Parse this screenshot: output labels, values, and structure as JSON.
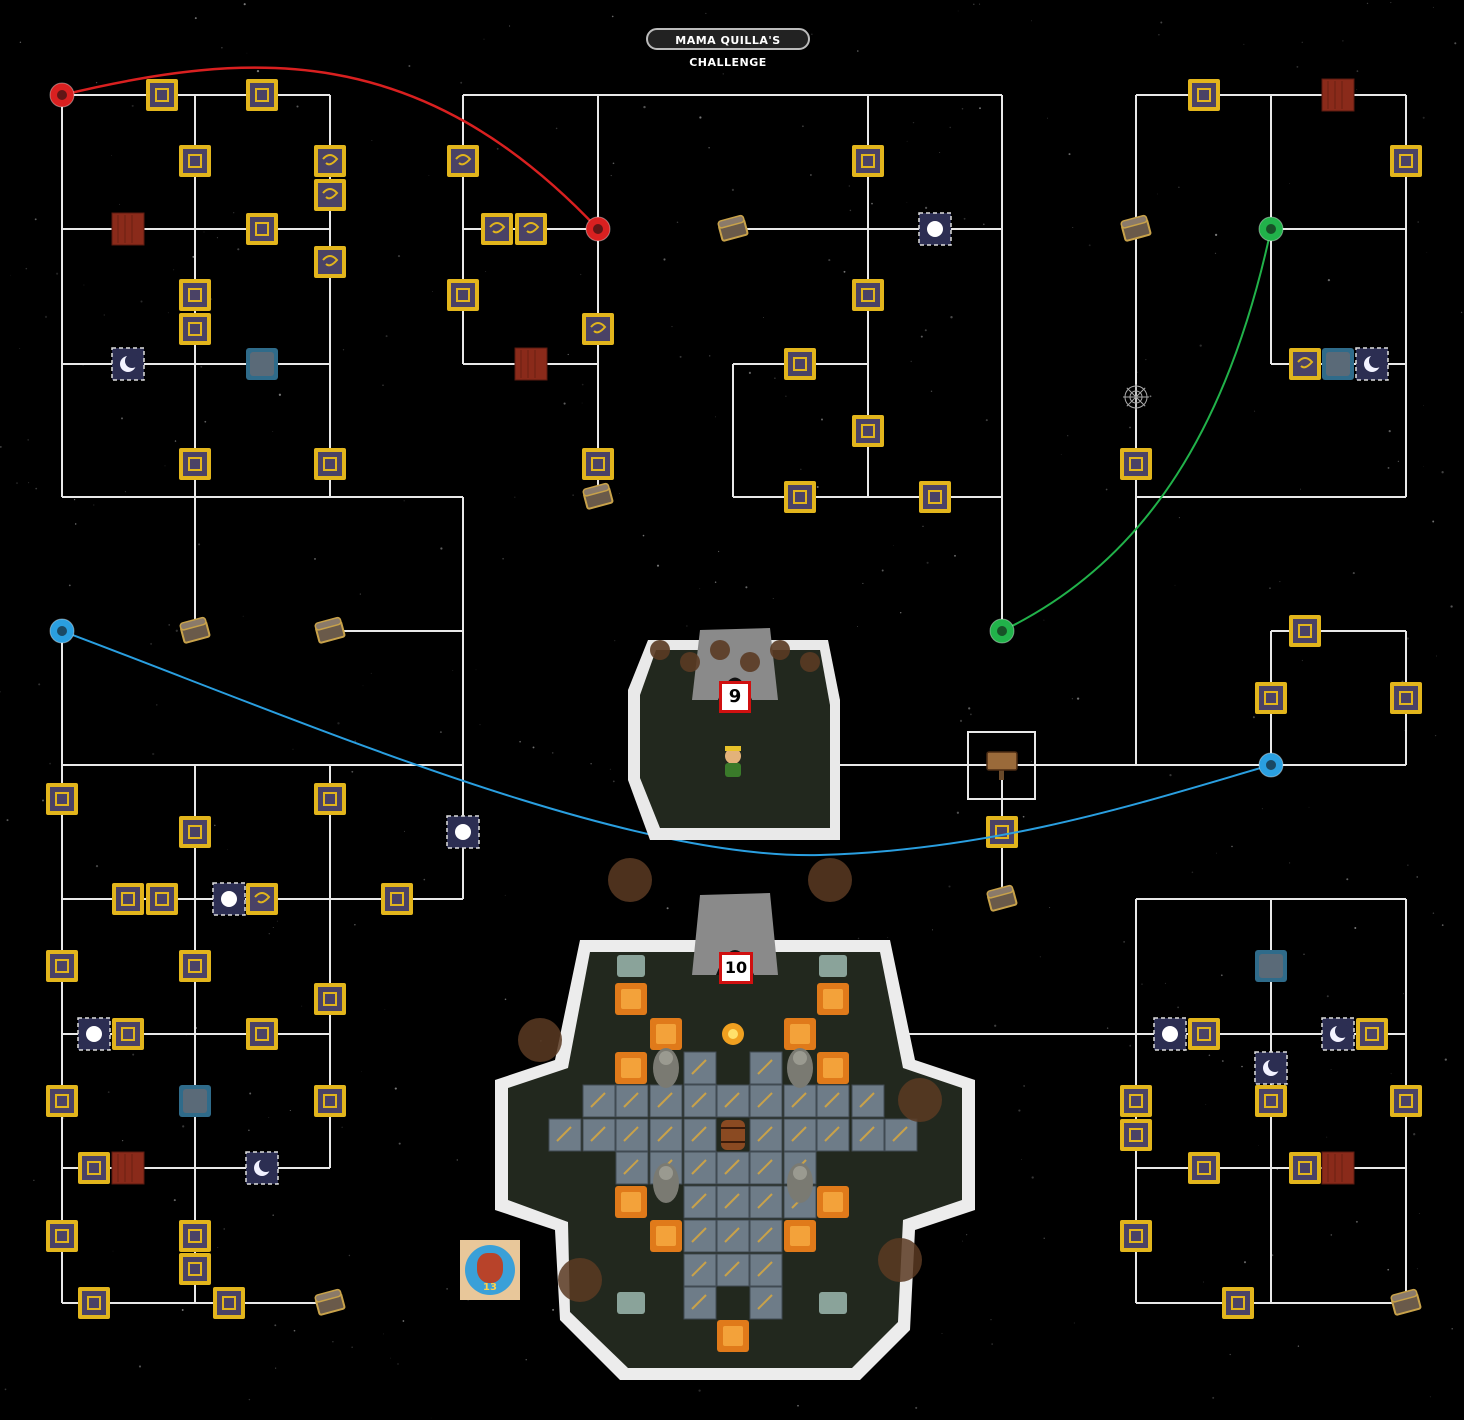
{
  "map": {
    "title": "MAMA QUILLA'S CHALLENGE",
    "levels": [
      {
        "label": "9"
      },
      {
        "label": "10"
      }
    ]
  },
  "palette": {
    "background": "#000000",
    "path": "#e8e8e8",
    "teleport_red": "#d92020",
    "teleport_green": "#21b24a",
    "teleport_blue": "#2a9fe0",
    "tile_gold": "#e2b51c",
    "tile_purple": "#4a4266",
    "dirt_block": "#8a2a1a",
    "stone_block": "#5a6a78",
    "moon_tile": "#2c2e52",
    "orange_ore": "#e07a1a",
    "cave_floor": "#22281e"
  },
  "icons": [
    "gold-square-tile-icon",
    "purple-swirl-tile-icon",
    "dirt-block-icon",
    "stone-block-icon",
    "moon-tile-icon",
    "snowball-tile-icon",
    "treasure-chest-icon",
    "teleport-orb-icon",
    "signpost-icon",
    "cobweb-icon",
    "cave-entrance-icon",
    "player-icon",
    "barrel-icon",
    "fire-orb-icon"
  ]
}
